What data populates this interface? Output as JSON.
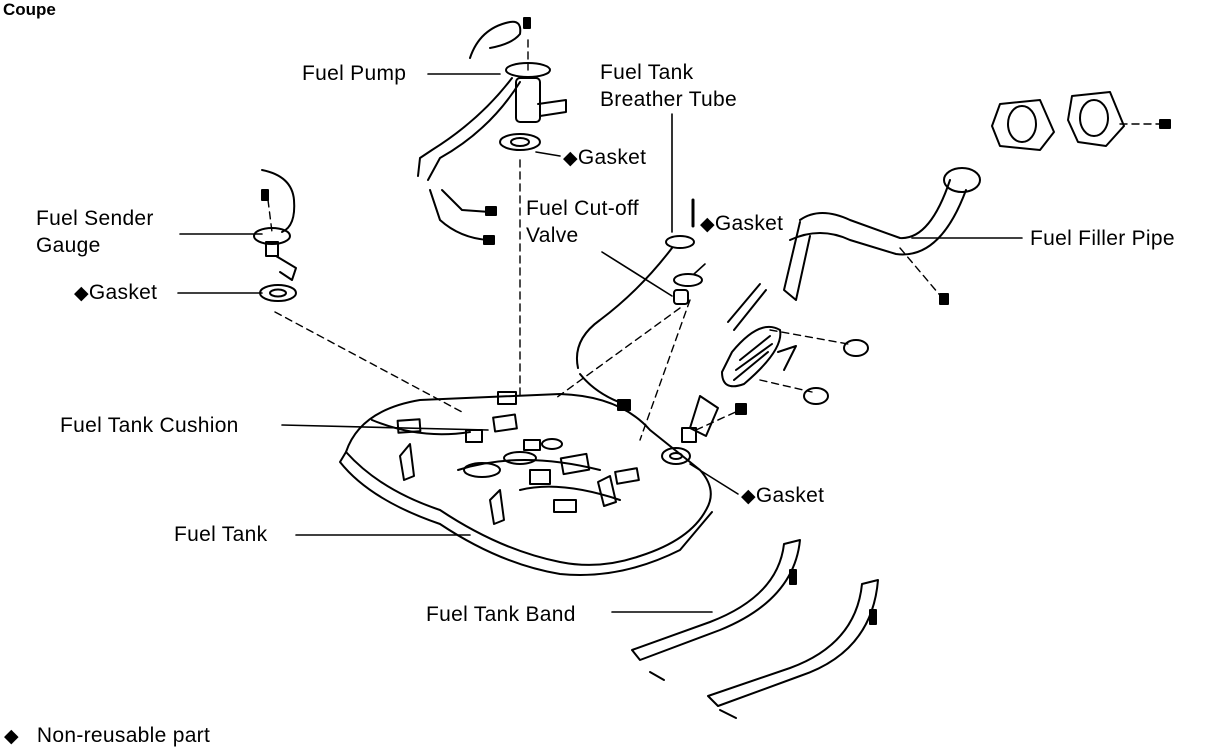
{
  "title": "Coupe",
  "marker": "◆",
  "labels": {
    "fuel_pump": "Fuel Pump",
    "breather_tube_1": "Fuel Tank",
    "breather_tube_2": "Breather Tube",
    "gasket_pump": "Gasket",
    "sender_gauge_1": "Fuel Sender",
    "sender_gauge_2": "Gauge",
    "gasket_sender": "Gasket",
    "cutoff_valve_1": "Fuel Cut-off",
    "cutoff_valve_2": "Valve",
    "gasket_valve": "Gasket",
    "filler_pipe": "Fuel Filler Pipe",
    "tank_cushion": "Fuel Tank Cushion",
    "gasket_filler": "Gasket",
    "fuel_tank": "Fuel Tank",
    "tank_band": "Fuel Tank Band"
  },
  "legend": {
    "text": "Non-reusable part"
  }
}
